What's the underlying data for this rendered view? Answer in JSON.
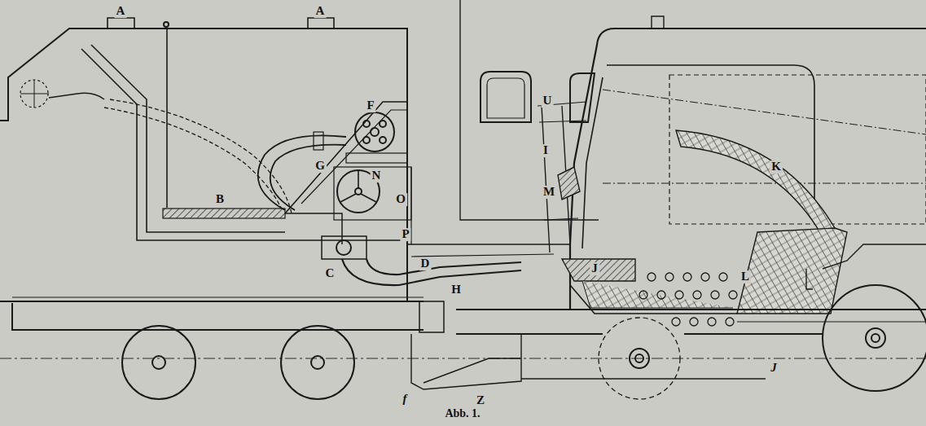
{
  "diagram": {
    "caption": "Abb. 1.",
    "labels": [
      "A",
      "A",
      "F",
      "U",
      "G",
      "I",
      "K",
      "N",
      "M",
      "O",
      "B",
      "P",
      "J",
      "C",
      "D",
      "L",
      "H",
      "f",
      "Z",
      "J"
    ]
  }
}
